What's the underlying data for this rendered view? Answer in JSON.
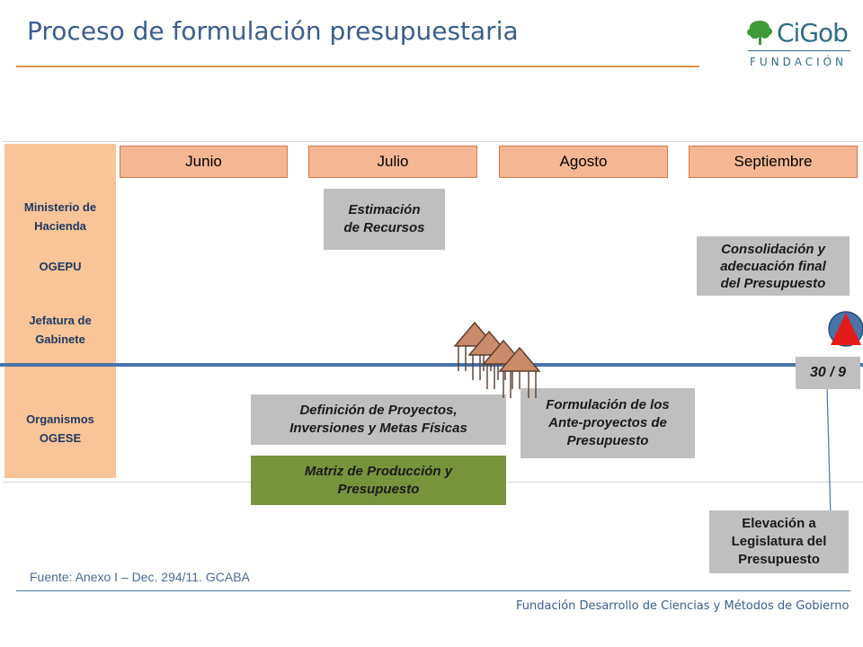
{
  "header": {
    "title": "Proceso de formulación presupuestaria",
    "logo_name": "CiGob",
    "logo_sub": "FUNDACIÓN"
  },
  "actors": [
    {
      "lines": "Ministerio de\nHacienda"
    },
    {
      "lines": "OGEPU"
    },
    {
      "lines": "Jefatura de\nGabinete"
    },
    {
      "lines": "Organismos\nOGESE"
    }
  ],
  "months": [
    "Junio",
    "Julio",
    "Agosto",
    "Septiembre"
  ],
  "tasks": {
    "estimacion": "Estimación\nde Recursos",
    "consolidacion": "Consolidación y\nadecuación final\ndel Presupuesto",
    "definicion": "Definición de Proyectos,\nInversiones y Metas Físicas",
    "matriz": "Matriz de Producción y\nPresupuesto",
    "formulacion": "Formulación de los\nAnte-proyectos de\nPresupuesto",
    "fecha": "30 / 9",
    "elevacion": "Elevación a\nLegislatura del\nPresupuesto"
  },
  "icons": {
    "stop": "stop-sign-icon",
    "houses": "house-group-icon"
  },
  "colors": {
    "title": "#3a5e8c",
    "accent_rule": "#e8904a",
    "actor_panel": "#f9c497",
    "month_fill": "#f5b793",
    "task_gray": "#bfbfbf",
    "task_green": "#77933c",
    "timeline": "#4a73a8"
  },
  "footer": {
    "source": "Fuente: Anexo I – Dec. 294/11. GCABA",
    "organization": "Fundación Desarrollo de Ciencias y Métodos de Gobierno"
  }
}
